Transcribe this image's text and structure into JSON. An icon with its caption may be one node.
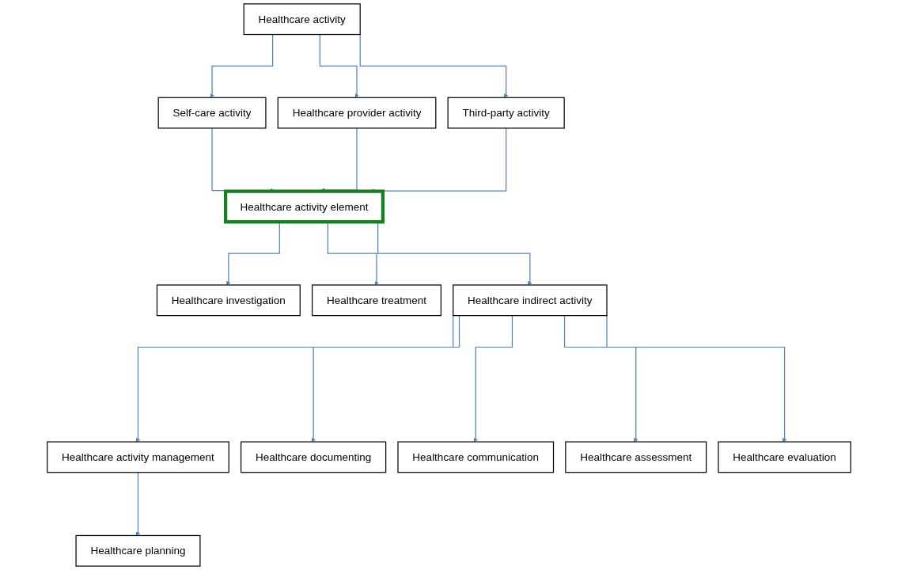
{
  "diagram": {
    "nodes": [
      {
        "text": [
          "Healthcare activity"
        ]
      },
      {
        "text": [
          "Self-care activity"
        ]
      },
      {
        "text": [
          "Healthcare provider activity"
        ]
      },
      {
        "text": [
          "Third-party activity"
        ]
      },
      {
        "text": [
          "Healthcare activity element"
        ]
      },
      {
        "text": [
          "Healthcare investigation"
        ]
      },
      {
        "text": [
          "Healthcare treatment"
        ]
      },
      {
        "text": [
          "Healthcare indirect activity"
        ]
      },
      {
        "text": [
          "Healthcare activity management"
        ]
      },
      {
        "text": [
          "Healthcare documenting"
        ]
      },
      {
        "text": [
          "Healthcare planning"
        ]
      },
      {
        "text": [
          "Healthcare communication"
        ]
      },
      {
        "text": [
          "Healthcare assessment"
        ]
      },
      {
        "text": [
          "Healthcare evaluation"
        ]
      }
    ],
    "edges": [
      {
        "from": 0,
        "to": 1,
        "arrow": "to"
      },
      {
        "from": 0,
        "to": 2,
        "arrow": "to"
      },
      {
        "from": 0,
        "to": 3,
        "arrow": "to"
      },
      {
        "from": 1,
        "to": 4,
        "arrow": "to"
      },
      {
        "from": 2,
        "to": 4,
        "arrow": "to"
      },
      {
        "from": 3,
        "to": 4,
        "arrow": "to"
      },
      {
        "from": 4,
        "to": 5,
        "arrow": "to"
      },
      {
        "from": 4,
        "to": 6,
        "arrow": "to"
      },
      {
        "from": 4,
        "to": 7,
        "arrow": "to"
      },
      {
        "from": 7,
        "to": 8,
        "arrow": "to"
      },
      {
        "from": 7,
        "to": 9,
        "arrow": "to"
      },
      {
        "from": 7,
        "to": 11,
        "arrow": "to"
      },
      {
        "from": 7,
        "to": 12,
        "arrow": "to"
      },
      {
        "from": 7,
        "to": 13,
        "arrow": "to"
      },
      {
        "from": 8,
        "to": 10,
        "arrow": "to"
      }
    ]
  }
}
